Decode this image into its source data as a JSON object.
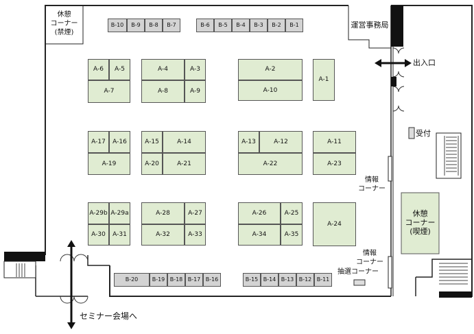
{
  "booths_a": [
    {
      "id": "A-1"
    },
    {
      "id": "A-2"
    },
    {
      "id": "A-10"
    },
    {
      "id": "A-3"
    },
    {
      "id": "A-4"
    },
    {
      "id": "A-5"
    },
    {
      "id": "A-6"
    },
    {
      "id": "A-7"
    },
    {
      "id": "A-8"
    },
    {
      "id": "A-9"
    },
    {
      "id": "A-11"
    },
    {
      "id": "A-12"
    },
    {
      "id": "A-13"
    },
    {
      "id": "A-14"
    },
    {
      "id": "A-15"
    },
    {
      "id": "A-16"
    },
    {
      "id": "A-17"
    },
    {
      "id": "A-19"
    },
    {
      "id": "A-20"
    },
    {
      "id": "A-21"
    },
    {
      "id": "A-22"
    },
    {
      "id": "A-23"
    },
    {
      "id": "A-24"
    },
    {
      "id": "A-25"
    },
    {
      "id": "A-26"
    },
    {
      "id": "A-27"
    },
    {
      "id": "A-28"
    },
    {
      "id": "A-29b"
    },
    {
      "id": "A-29a"
    },
    {
      "id": "A-30"
    },
    {
      "id": "A-31"
    },
    {
      "id": "A-32"
    },
    {
      "id": "A-33"
    },
    {
      "id": "A-34"
    },
    {
      "id": "A-35"
    }
  ],
  "booths_b": [
    {
      "id": "B-1"
    },
    {
      "id": "B-2"
    },
    {
      "id": "B-3"
    },
    {
      "id": "B-4"
    },
    {
      "id": "B-5"
    },
    {
      "id": "B-6"
    },
    {
      "id": "B-7"
    },
    {
      "id": "B-8"
    },
    {
      "id": "B-9"
    },
    {
      "id": "B-10"
    },
    {
      "id": "B-11"
    },
    {
      "id": "B-12"
    },
    {
      "id": "B-13"
    },
    {
      "id": "B-14"
    },
    {
      "id": "B-15"
    },
    {
      "id": "B-16"
    },
    {
      "id": "B-17"
    },
    {
      "id": "B-18"
    },
    {
      "id": "B-19"
    },
    {
      "id": "B-20"
    }
  ],
  "labels": {
    "rest_corner_top": [
      "休憩",
      "コーナー",
      "(禁煙)"
    ],
    "office": "運営事務局",
    "entrance": "出入口",
    "reception": "受付",
    "info_1": [
      "情報",
      "コーナー"
    ],
    "rest_corner_right": [
      "休憩",
      "コーナー",
      "(喫煙)"
    ],
    "info_2": [
      "情報",
      "コーナー"
    ],
    "lottery": "抽選コーナー",
    "seminar": "セミナー会場へ"
  },
  "colors": {
    "booth_a_fill": "#e0ecd2",
    "booth_b_fill": "#d3d3d3",
    "wall": "#222222"
  }
}
